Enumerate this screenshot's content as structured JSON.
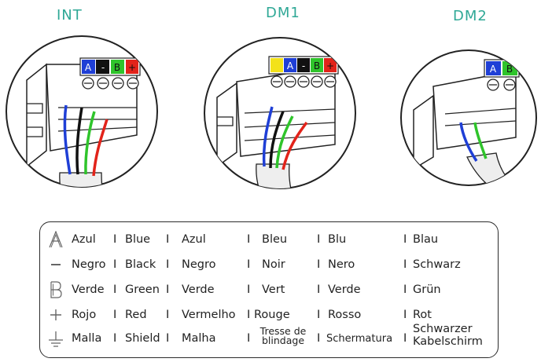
{
  "titles": {
    "int": "INT",
    "dm1": "DM1",
    "dm2": "DM2"
  },
  "terminals": {
    "int": [
      "A",
      "-",
      "B",
      "+"
    ],
    "dm1": [
      "A",
      "-",
      "B",
      "+"
    ],
    "dm2": [
      "A",
      "B"
    ]
  },
  "colors": {
    "blue": "#1f3fd6",
    "black": "#111111",
    "green": "#2fc42b",
    "red": "#e2231a",
    "yellow": "#f3e21a",
    "teal": "#2fa896"
  },
  "legend": {
    "separator": "I",
    "rows": [
      {
        "symbol": "A-icon",
        "cells": [
          "Azul",
          "Blue",
          "Azul",
          "Bleu",
          "Blu",
          "Blau"
        ]
      },
      {
        "symbol": "minus-icon",
        "cells": [
          "Negro",
          "Black",
          "Negro",
          "Noir",
          "Nero",
          "Schwarz"
        ]
      },
      {
        "symbol": "B-icon",
        "cells": [
          "Verde",
          "Green",
          "Verde",
          "Vert",
          "Verde",
          "Grün"
        ]
      },
      {
        "symbol": "plus-icon",
        "cells": [
          "Rojo",
          "Red",
          "Vermelho",
          "Rouge",
          "Rosso",
          "Rot"
        ]
      },
      {
        "symbol": "ground-icon",
        "cells": [
          "Malla",
          "Shield",
          "Malha",
          "Tresse de blindage",
          "Schermatura",
          "Schwarzer Kabelschirm"
        ],
        "cells_split": {
          "fr": [
            "Tresse de",
            "blindage"
          ],
          "de": [
            "Schwarzer",
            "Kabelschirm"
          ]
        }
      }
    ]
  }
}
